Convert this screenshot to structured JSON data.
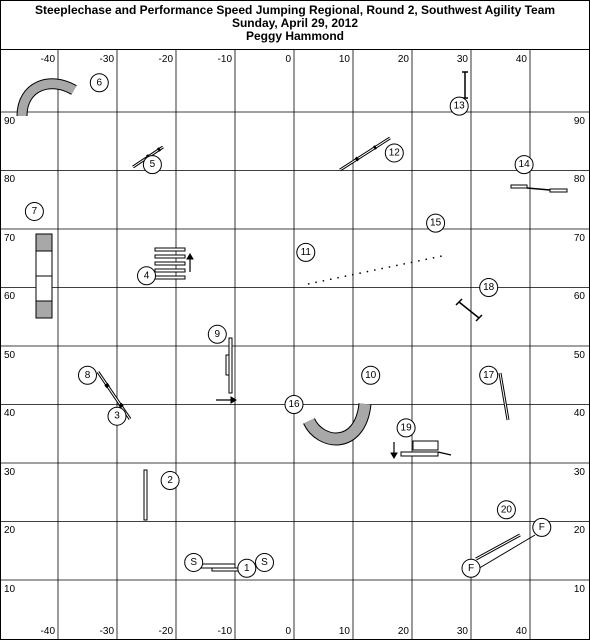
{
  "header": {
    "line1": "Steeplechase and Performance Speed Jumping Regional, Round 2, Southwest Agility Team",
    "line2": "Sunday, April 29, 2012",
    "line3": "Peggy Hammond"
  },
  "axes": {
    "x_top": [
      "-40",
      "-30",
      "-20",
      "-10",
      "0",
      "10",
      "20",
      "30",
      "40"
    ],
    "x_bottom": [
      "-40",
      "-30",
      "-20",
      "-10",
      "0",
      "10",
      "20",
      "30",
      "40"
    ],
    "y_left": [
      "90",
      "80",
      "70",
      "60",
      "50",
      "40",
      "30",
      "20",
      "10"
    ],
    "y_right": [
      "90",
      "80",
      "70",
      "60",
      "50",
      "40",
      "30",
      "20",
      "10"
    ]
  },
  "course": {
    "markers": [
      {
        "id": "m-s1",
        "label": "S",
        "x": -17,
        "y": 13
      },
      {
        "id": "m-1",
        "label": "1",
        "x": -8,
        "y": 12
      },
      {
        "id": "m-s2",
        "label": "S",
        "x": -5,
        "y": 13
      },
      {
        "id": "m-2",
        "label": "2",
        "x": -21,
        "y": 27
      },
      {
        "id": "m-3",
        "label": "3",
        "x": -30,
        "y": 38
      },
      {
        "id": "m-4",
        "label": "4",
        "x": -25,
        "y": 62
      },
      {
        "id": "m-5",
        "label": "5",
        "x": -24,
        "y": 81
      },
      {
        "id": "m-6",
        "label": "6",
        "x": -33,
        "y": 95
      },
      {
        "id": "m-7",
        "label": "7",
        "x": -44,
        "y": 73
      },
      {
        "id": "m-8",
        "label": "8",
        "x": -35,
        "y": 45
      },
      {
        "id": "m-9",
        "label": "9",
        "x": -13,
        "y": 52
      },
      {
        "id": "m-10",
        "label": "10",
        "x": 13,
        "y": 45
      },
      {
        "id": "m-11",
        "label": "11",
        "x": 2,
        "y": 66
      },
      {
        "id": "m-12",
        "label": "12",
        "x": 17,
        "y": 83
      },
      {
        "id": "m-13",
        "label": "13",
        "x": 28,
        "y": 91
      },
      {
        "id": "m-14",
        "label": "14",
        "x": 39,
        "y": 81
      },
      {
        "id": "m-15",
        "label": "15",
        "x": 24,
        "y": 71
      },
      {
        "id": "m-16",
        "label": "16",
        "x": 0,
        "y": 40
      },
      {
        "id": "m-17",
        "label": "17",
        "x": 33,
        "y": 45
      },
      {
        "id": "m-18",
        "label": "18",
        "x": 33,
        "y": 60
      },
      {
        "id": "m-19",
        "label": "19",
        "x": 19,
        "y": 36
      },
      {
        "id": "m-20",
        "label": "20",
        "x": 36,
        "y": 22
      },
      {
        "id": "m-f1",
        "label": "F",
        "x": 30,
        "y": 12
      },
      {
        "id": "m-f2",
        "label": "F",
        "x": 42,
        "y": 19
      }
    ]
  }
}
